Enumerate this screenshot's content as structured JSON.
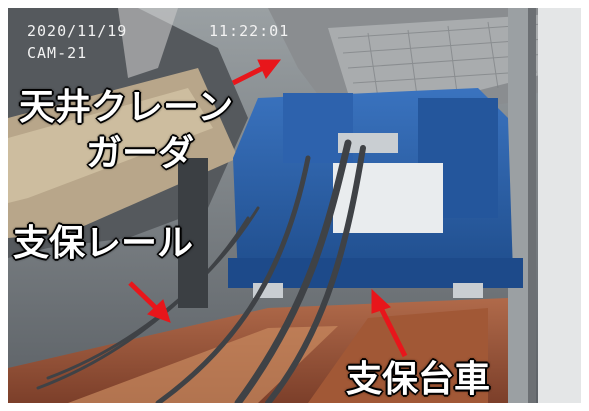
{
  "overlay": {
    "date": "2020/11/19",
    "time": "11:22:01",
    "camera": "CAM-21"
  },
  "labels": {
    "crane_girder_line1": "天井クレーン",
    "crane_girder_line2": "ガーダ",
    "support_rail": "支保レール",
    "support_carriage": "支保台車"
  },
  "colors": {
    "annotation_arrow": "#e8161b",
    "equipment_blue": "#2b5fa8"
  }
}
